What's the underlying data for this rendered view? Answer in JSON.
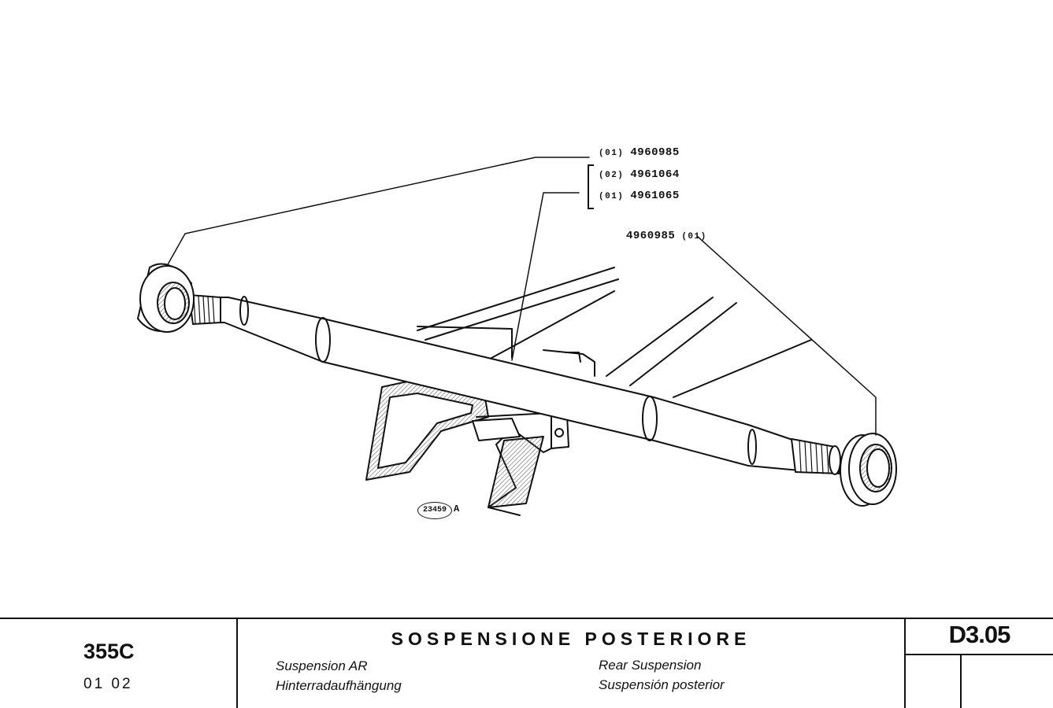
{
  "callouts": {
    "c1": {
      "qty": "(01)",
      "part": "4960985"
    },
    "c2": {
      "qty": "(02)",
      "part": "4961064"
    },
    "c3": {
      "qty": "(01)",
      "part": "4961065"
    },
    "c4": {
      "part": "4960985",
      "qty": "(01)"
    }
  },
  "figure_ref": {
    "number": "23459",
    "suffix": "A"
  },
  "title_block": {
    "model": "355C",
    "edition": "01 02",
    "title_it": "SOSPENSIONE POSTERIORE",
    "title_fr": "Suspension AR",
    "title_de": "Hinterradaufhängung",
    "title_en": "Rear Suspension",
    "title_es": "Suspensión posterior",
    "page_code": "D3.05"
  }
}
